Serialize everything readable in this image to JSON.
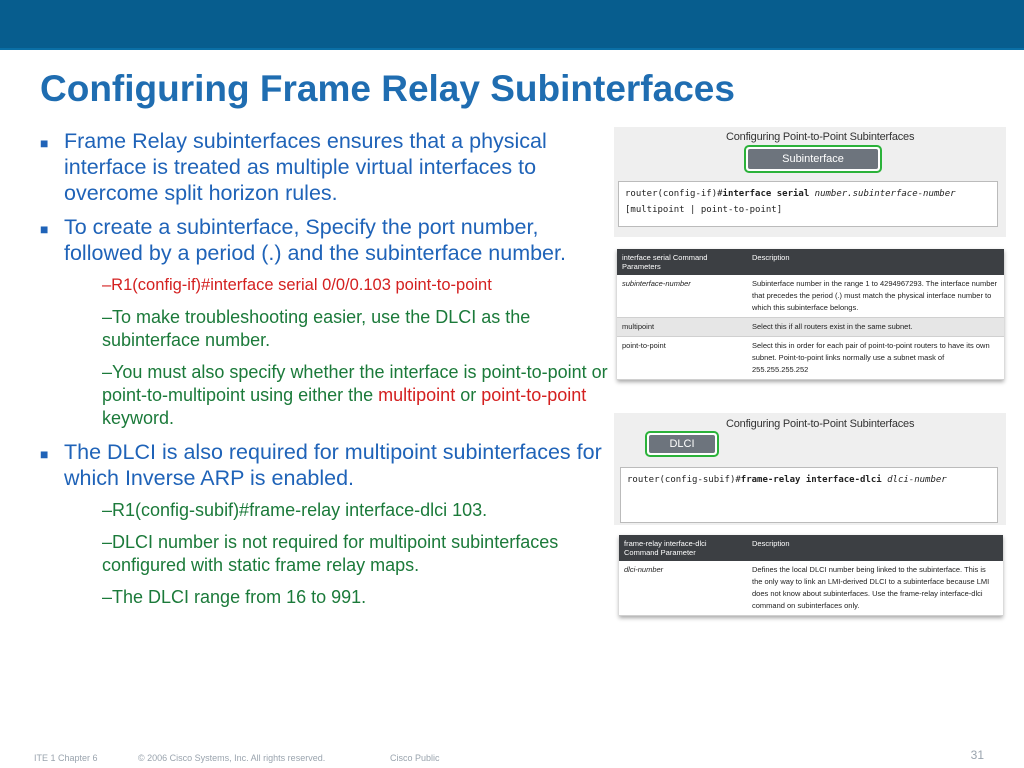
{
  "title": "Configuring Frame Relay Subinterfaces",
  "bullets": [
    {
      "text": "Frame Relay subinterfaces ensures that a physical interface is treated as multiple virtual interfaces to overcome split horizon rules."
    },
    {
      "text": "To create a subinterface, Specify the port number, followed by a period (.) and the subinterface number."
    }
  ],
  "sub1": [
    {
      "text": "–R1(config-if)#interface serial 0/0/0.103 point-to-point"
    },
    {
      "text": "–To make troubleshooting easier, use the DLCI as the subinterface number."
    },
    {
      "pre": "–You must also specify whether the interface is point-to-point or point-to-multipoint using either the ",
      "kw1": "multipoint",
      "mid": " or ",
      "kw2": "point-to-point",
      "post": " keyword."
    }
  ],
  "bullet3": {
    "text": "The DLCI is also required for multipoint subinterfaces for which Inverse ARP is enabled."
  },
  "sub2": [
    {
      "text": "–R1(config-subif)#frame-relay interface-dlci 103."
    },
    {
      "text": "–DLCI number is not required for multipoint subinterfaces configured with static frame relay maps."
    },
    {
      "text": "–The DLCI range from 16 to 991."
    }
  ],
  "figure1": {
    "title": "Configuring Point-to-Point Subinterfaces",
    "badge": "Subinterface",
    "code_line1_pre": "router(config-if)#",
    "code_line1_cmd": "interface serial ",
    "code_line1_arg": "number.subinterface-number",
    "code_line2": "[multipoint | point-to-point]",
    "col1": "interface serial Command Parameters",
    "col2": "Description",
    "rows": [
      {
        "param": "subinterface-number",
        "desc": "Subinterface number in the range 1 to 4294967293. The interface number that precedes the period (.) must match the physical interface number to which this subinterface belongs."
      },
      {
        "param": "multipoint",
        "desc": "Select this if all routers exist in the same subnet."
      },
      {
        "param": "point-to-point",
        "desc": "Select this in order for each pair of point-to-point routers to have its own subnet. Point-to-point links normally use a subnet mask of 255.255.255.252"
      }
    ]
  },
  "figure2": {
    "title": "Configuring Point-to-Point Subinterfaces",
    "badge": "DLCI",
    "code_pre": "router(config-subif)#",
    "code_cmd": "frame-relay interface-dlci ",
    "code_arg": "dlci-number",
    "col1": "frame-relay interface-dlci Command Parameter",
    "col2": "Description",
    "rows": [
      {
        "param": "dlci-number",
        "desc": "Defines the local DLCI number being linked to the subinterface. This is the only way to link an LMI-derived DLCI to a subinterface because LMI does not know about subinterfaces. Use the frame-relay interface-dlci command on subinterfaces only."
      }
    ]
  },
  "footer": {
    "course": "ITE 1 Chapter 6",
    "copyright": "© 2006 Cisco Systems, Inc. All rights reserved.",
    "classification": "Cisco Public",
    "page": "31"
  },
  "colors": {
    "header_bar": "#075d8e",
    "title": "#1f6db1",
    "body_text": "#1f63b8",
    "sub_text": "#1b7a3a",
    "keyword": "#d42020",
    "badge_border": "#2bb23a"
  }
}
